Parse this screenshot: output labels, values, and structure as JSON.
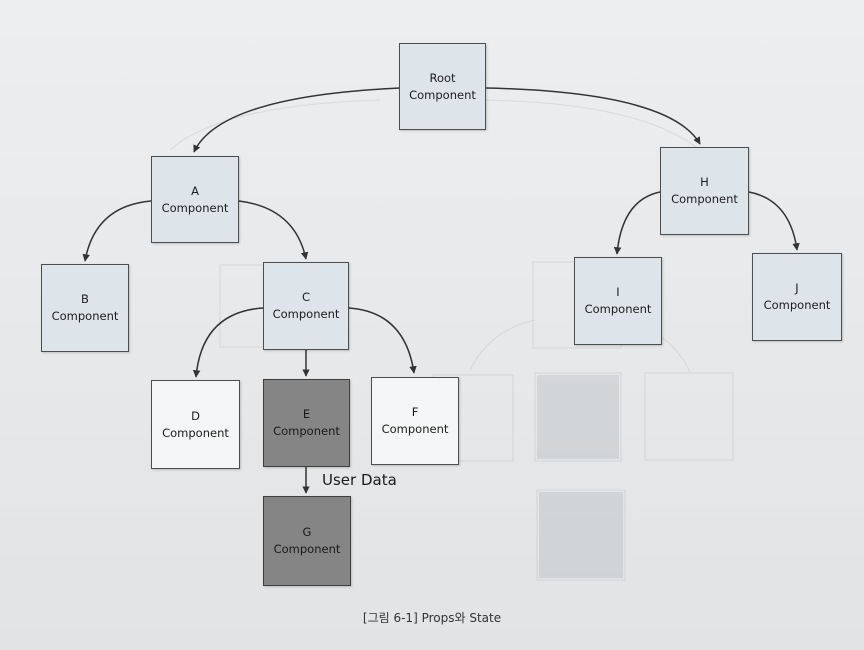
{
  "nodes": {
    "root": {
      "letter": "Root",
      "word": "Component"
    },
    "a": {
      "letter": "A",
      "word": "Component"
    },
    "b": {
      "letter": "B",
      "word": "Component"
    },
    "c": {
      "letter": "C",
      "word": "Component"
    },
    "d": {
      "letter": "D",
      "word": "Component"
    },
    "e": {
      "letter": "E",
      "word": "Component"
    },
    "f": {
      "letter": "F",
      "word": "Component"
    },
    "g": {
      "letter": "G",
      "word": "Component"
    },
    "h": {
      "letter": "H",
      "word": "Component"
    },
    "i": {
      "letter": "I",
      "word": "Component"
    },
    "j": {
      "letter": "J",
      "word": "Component"
    }
  },
  "edge_label": "User Data",
  "caption": "[그림 6-1] Props와 State",
  "colors": {
    "box_fill": "#dde4ea",
    "box_fill_light": "#f4f5f6",
    "box_fill_dark": "#858585",
    "arrow": "#333333"
  }
}
